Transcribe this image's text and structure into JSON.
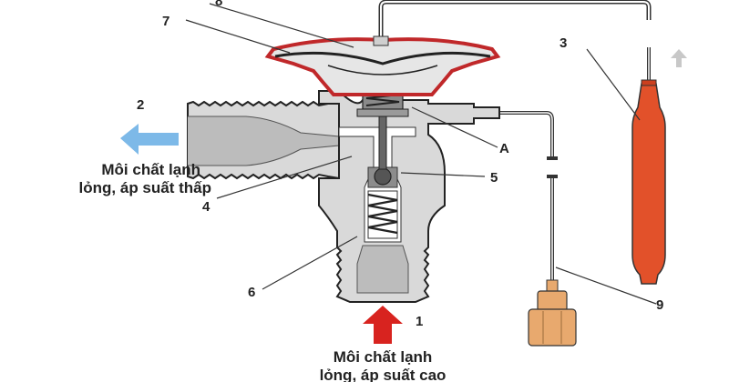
{
  "callouts": {
    "n1": "1",
    "n2": "2",
    "n3": "3",
    "n4": "4",
    "n5": "5",
    "n6": "6",
    "n7": "7",
    "n8": "8",
    "n9": "9",
    "nA": "A"
  },
  "outlet_caption": {
    "line1": "Môi chất lạnh",
    "line2": "lỏng, áp suất thấp"
  },
  "inlet_caption": {
    "line1": "Môi chất lạnh",
    "line2": "lỏng, áp suất cao"
  },
  "colors": {
    "outlet_arrow": "#7db9e8",
    "inlet_arrow": "#d8231f",
    "bulb": "#e2512a",
    "diaphragm_outline": "#c0282a",
    "body_fill": "#d9d9d9",
    "nut_fill": "#e8a96e",
    "return_arrow": "#c8c8c8"
  },
  "icons": {
    "outlet": "arrow-left-icon",
    "inlet": "arrow-up-icon",
    "bulb_flow": "arrow-up-icon"
  }
}
